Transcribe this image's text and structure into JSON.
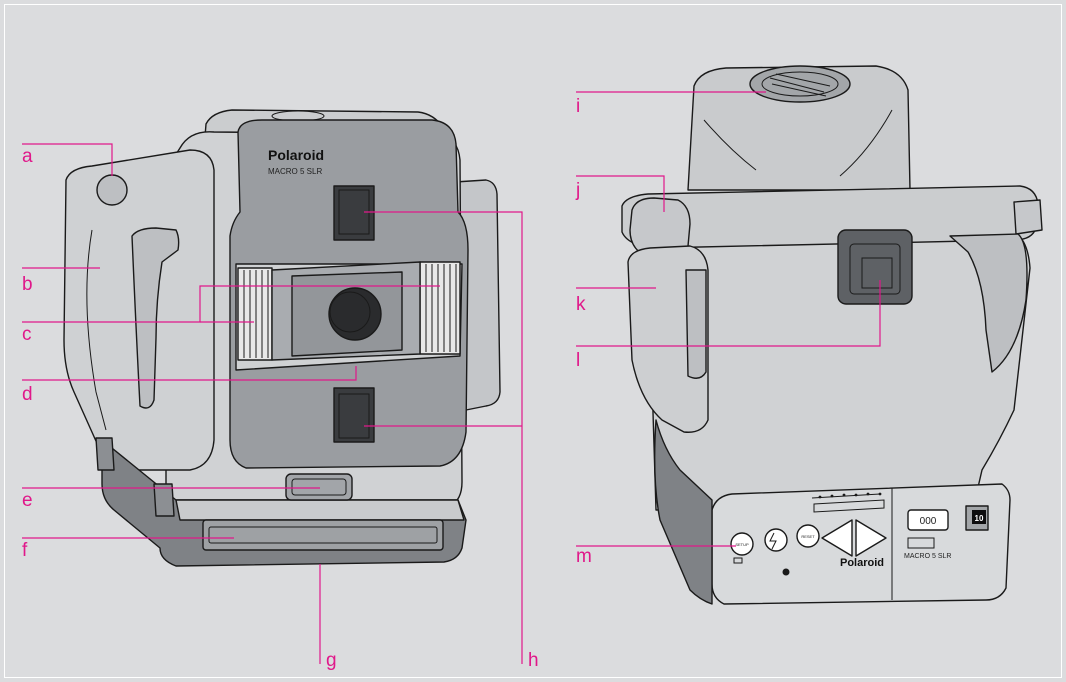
{
  "front_camera": {
    "brand": "Polaroid",
    "model": "MACRO 5 SLR"
  },
  "back_camera": {
    "brand": "Polaroid",
    "model": "MACRO 5 SLR",
    "counter": "10",
    "frame_counter": "000",
    "button_left": "SETUP",
    "button_right": "RESET"
  },
  "callouts": [
    {
      "key": "a",
      "label": "a"
    },
    {
      "key": "b",
      "label": "b"
    },
    {
      "key": "c",
      "label": "c"
    },
    {
      "key": "d",
      "label": "d"
    },
    {
      "key": "e",
      "label": "e"
    },
    {
      "key": "f",
      "label": "f"
    },
    {
      "key": "g",
      "label": "g"
    },
    {
      "key": "h",
      "label": "h"
    },
    {
      "key": "i",
      "label": "i"
    },
    {
      "key": "j",
      "label": "j"
    },
    {
      "key": "k",
      "label": "k"
    },
    {
      "key": "l",
      "label": "l"
    },
    {
      "key": "m",
      "label": "m"
    }
  ]
}
